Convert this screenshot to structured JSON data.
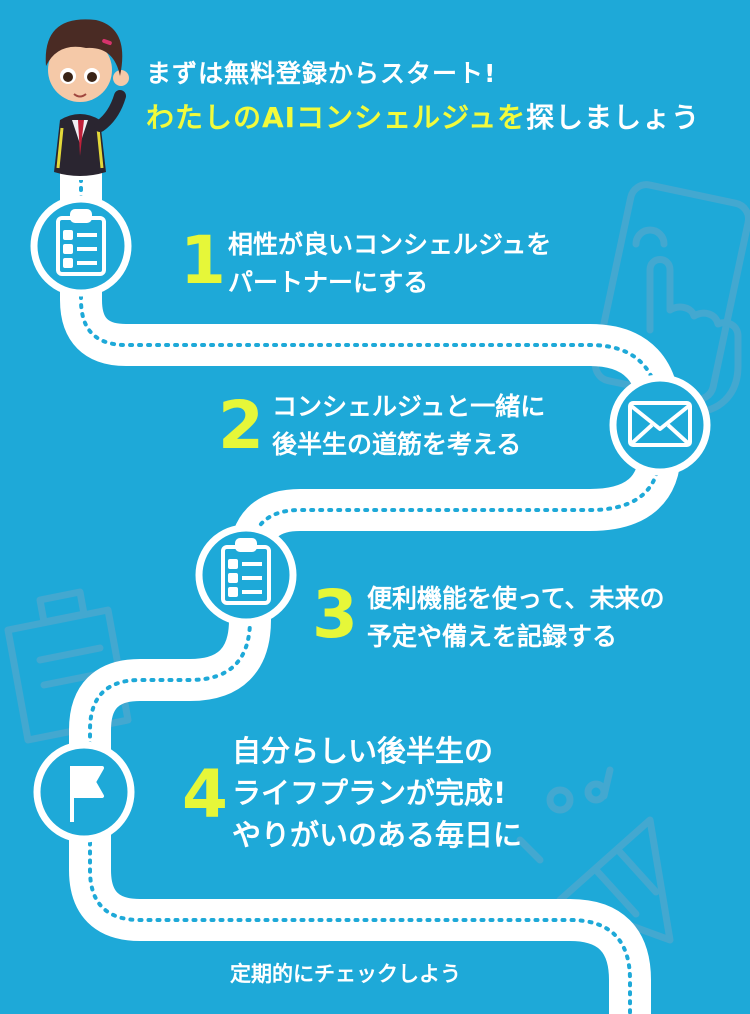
{
  "intro": {
    "line1": "まずは無料登録からスタート!",
    "line2_highlight": "わたしのAIコンシェルジュを",
    "line2_rest": "探しましょう"
  },
  "steps": [
    {
      "number": "1",
      "line1": "相性が良いコンシェルジュを",
      "line2": "パートナーにする",
      "icon": "clipboard-icon"
    },
    {
      "number": "2",
      "line1": "コンシェルジュと一緒に",
      "line2": "後半生の道筋を考える",
      "icon": "envelope-icon"
    },
    {
      "number": "3",
      "line1": "便利機能を使って、未来の",
      "line2": "予定や備えを記録する",
      "icon": "clipboard-icon"
    },
    {
      "number": "4",
      "line1": "自分らしい後半生の",
      "line2": "ライフプランが完成!",
      "line3": "やりがいのある毎日に",
      "icon": "flag-icon"
    }
  ],
  "footer": "定期的にチェックしよう",
  "colors": {
    "background": "#1ea9d8",
    "highlight": "#f2fb3c",
    "number": "#e6f739",
    "path": "#ffffff",
    "dots": "#1ea9d8"
  }
}
